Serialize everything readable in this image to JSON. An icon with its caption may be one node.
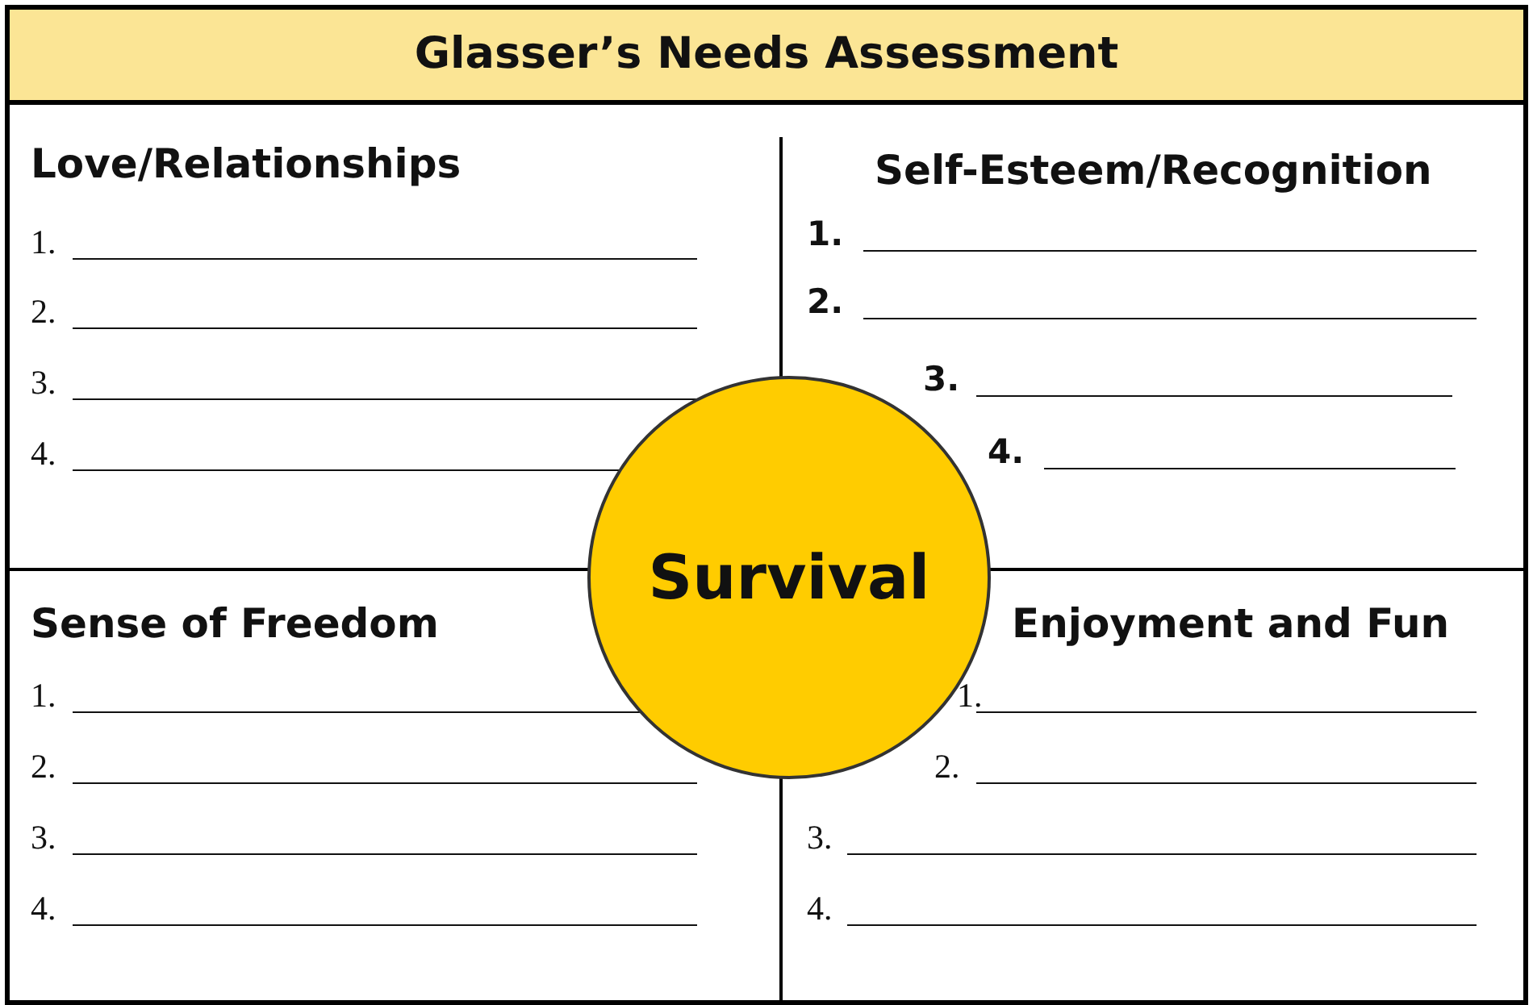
{
  "diagram": {
    "title": "Glasser’s Needs Assessment",
    "nodes": [
      {
        "text": [
          "Love/Relationships"
        ]
      },
      {
        "text": [
          "Self-Esteem/Recognition"
        ]
      },
      {
        "text": [
          "Sense of Freedom"
        ]
      },
      {
        "text": [
          "Enjoyment and Fun"
        ]
      },
      {
        "text": [
          "Survival"
        ]
      }
    ],
    "edges": [],
    "labels": [
      "1.",
      "2.",
      "3.",
      "4.",
      "1.",
      "2.",
      "3.",
      "4.",
      "1.",
      "2.",
      "3.",
      "4.",
      "1.",
      "2.",
      "3.",
      "4."
    ]
  }
}
